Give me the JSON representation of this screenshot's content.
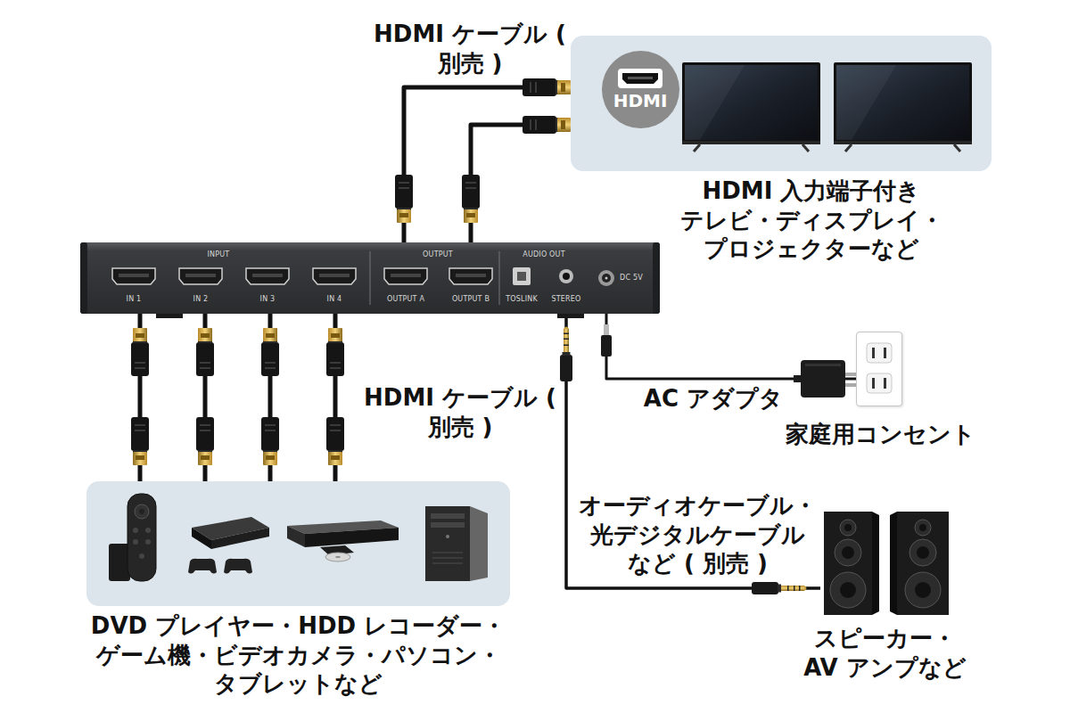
{
  "diagram": {
    "nodes": [
      {
        "text": [
          "HDMI 入力端子付き テレビ・ディスプレイ・ プロジェクターなど"
        ]
      },
      {
        "text": [
          "HDMI"
        ],
        "in": 0
      },
      {
        "text": [
          "INPUT",
          "IN 1",
          "IN 2",
          "IN 3",
          "IN 4",
          "OUTPUT",
          "OUTPUT A",
          "OUTPUT B",
          "TOSLINK",
          "AUDIO OUT",
          "STEREO",
          "DC 5V"
        ]
      },
      {
        "text": [
          "DVD プレイヤー・HDD レコーダー・ ゲーム機・ビデオカメラ・パソコン・ タブレットなど"
        ]
      },
      {
        "text": [
          "家庭用コンセント"
        ]
      },
      {
        "text": [
          "スピーカー・ AV アンプなど"
        ]
      }
    ],
    "edges": [
      {
        "from": 2,
        "to": 0,
        "arrow": "none"
      },
      {
        "from": 2,
        "to": 0,
        "arrow": "none"
      },
      {
        "from": 3,
        "to": 2,
        "arrow": "none"
      },
      {
        "from": 3,
        "to": 2,
        "arrow": "none"
      },
      {
        "from": 3,
        "to": 2,
        "arrow": "none"
      },
      {
        "from": 3,
        "to": 2,
        "arrow": "none"
      },
      {
        "from": 2,
        "to": 4,
        "label": "AC アダプタ",
        "arrow": "none"
      },
      {
        "from": 2,
        "to": 5,
        "label": "オーディオケーブル・ 光デジタルケーブル など ( 別売 )",
        "arrow": "none"
      }
    ],
    "labels": [
      "HDMI ケーブル ( 別売 )",
      "HDMI ケーブル ( 別売 )"
    ]
  }
}
